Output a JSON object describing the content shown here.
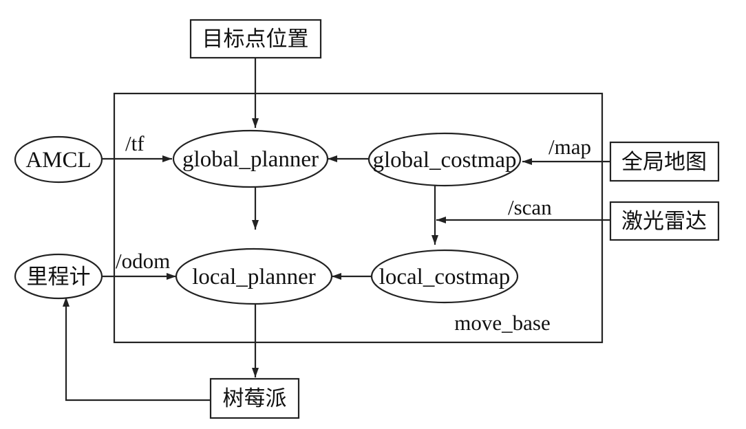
{
  "container": {
    "label": "move_base"
  },
  "nodes": {
    "amcl": "AMCL",
    "odometer": "里程计",
    "global_planner": "global_planner",
    "global_costmap": "global_costmap",
    "local_planner": "local_planner",
    "local_costmap": "local_costmap",
    "goal_position": "目标点位置",
    "global_map": "全局地图",
    "laser_radar": "激光雷达",
    "raspberry_pi": "树莓派"
  },
  "edges": {
    "tf": "/tf",
    "odom": "/odom",
    "map": "/map",
    "scan": "/scan"
  },
  "colors": {
    "stroke": "#222222",
    "text": "#111111",
    "background": "#ffffff"
  }
}
